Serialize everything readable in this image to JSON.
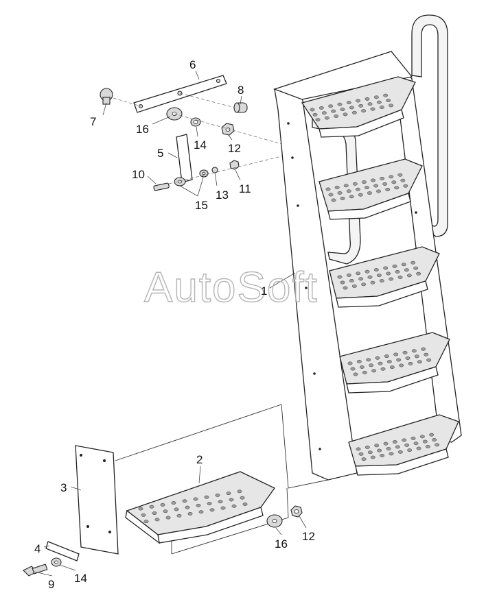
{
  "watermark": {
    "text": "AutoSoft"
  },
  "labels": {
    "l1": "1",
    "l2": "2",
    "l3": "3",
    "l4": "4",
    "l5": "5",
    "l6": "6",
    "l7": "7",
    "l8": "8",
    "l9": "9",
    "l10": "10",
    "l11": "11",
    "l12a": "12",
    "l12b": "12",
    "l13": "13",
    "l14a": "14",
    "l14b": "14",
    "l15": "15",
    "l16a": "16",
    "l16b": "16"
  },
  "colors": {
    "line": "#222222",
    "watermark": "#b5b5b5",
    "hole": "#9a9a9a"
  }
}
